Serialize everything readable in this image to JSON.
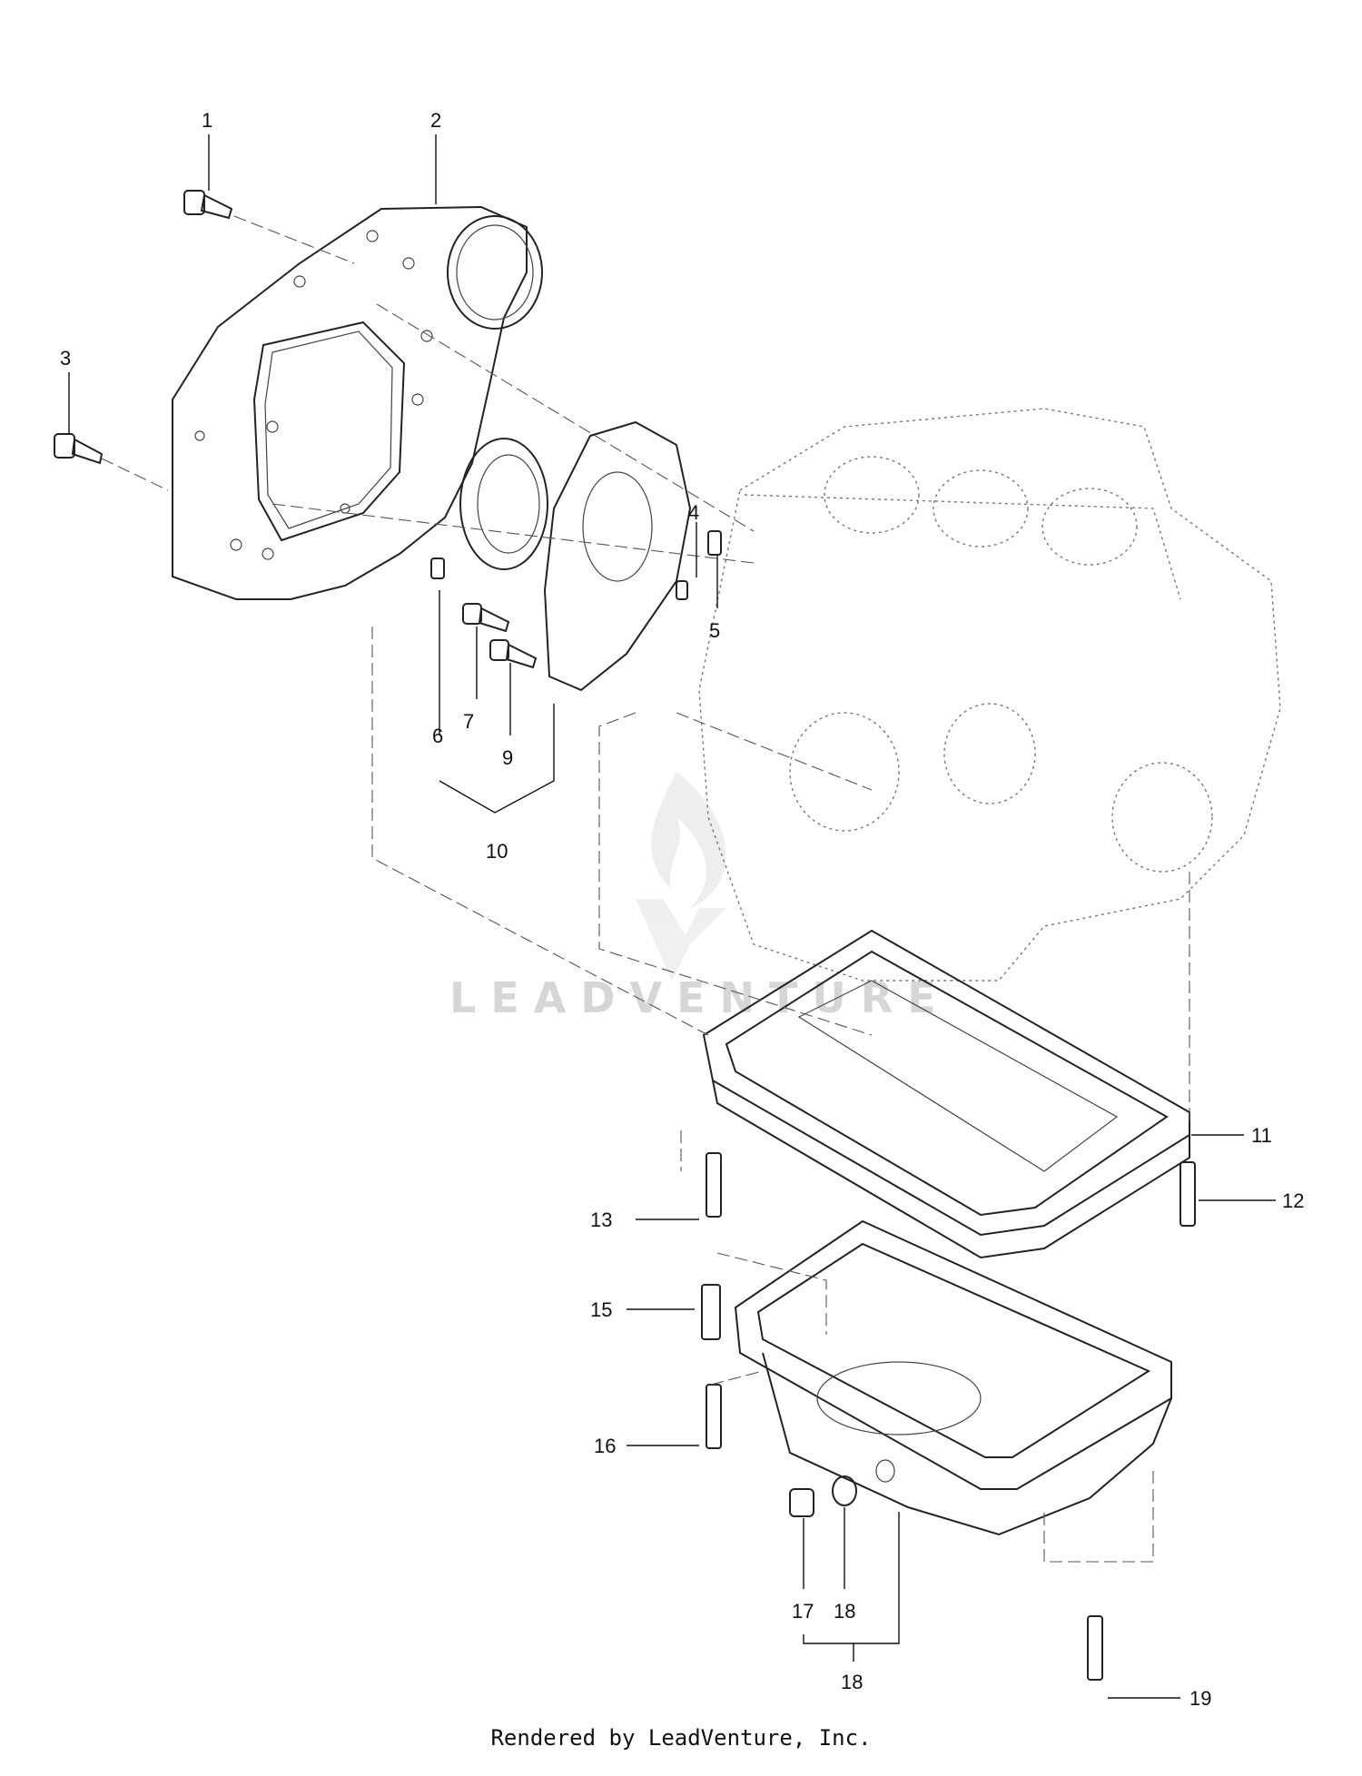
{
  "watermark": "LEADVENTURE",
  "footer": "Rendered by LeadVenture, Inc.",
  "callouts": [
    "1",
    "2",
    "3",
    "4",
    "5",
    "6",
    "7",
    "9",
    "10",
    "11",
    "12",
    "13",
    "15",
    "16",
    "17",
    "18",
    "18",
    "19"
  ]
}
